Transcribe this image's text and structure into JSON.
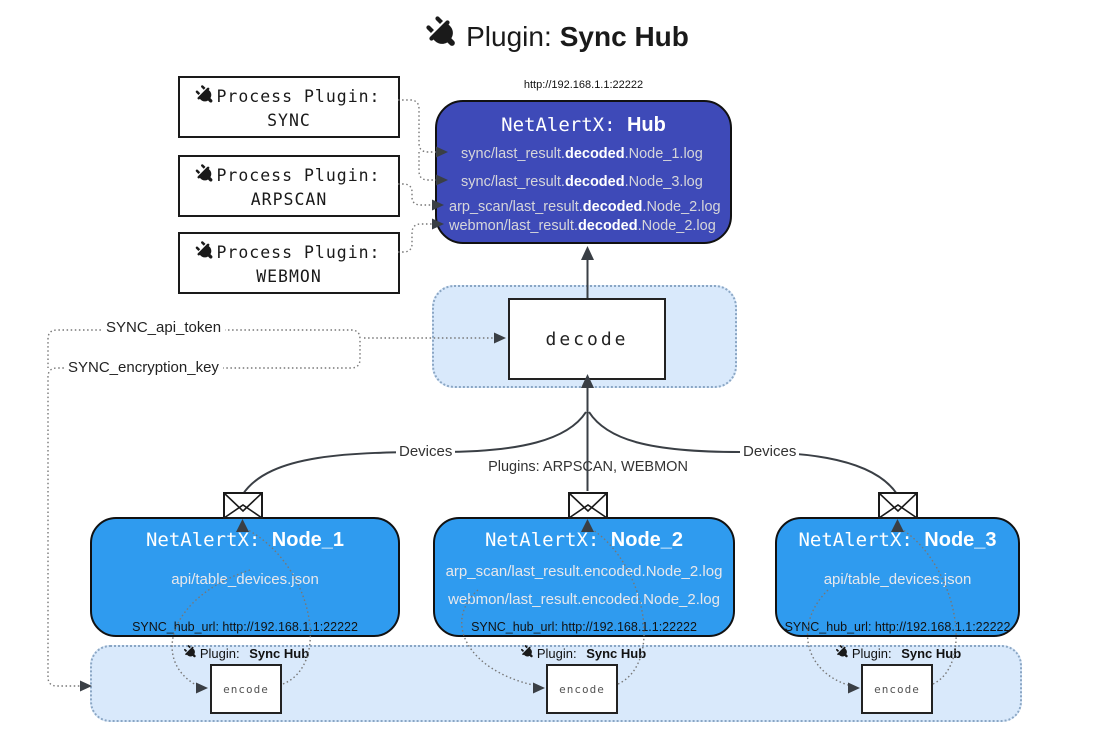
{
  "title": {
    "prefix": "Plugin:",
    "name": "Sync Hub"
  },
  "hub": {
    "url_caption": "http://192.168.1.1:22222",
    "title_prefix": "NetAlertX: ",
    "title_name": "Hub",
    "entries": [
      {
        "pre": "sync/last_result.",
        "bold": "decoded",
        "post": ".Node_1.log"
      },
      {
        "pre": "sync/last_result.",
        "bold": "decoded",
        "post": ".Node_3.log"
      },
      {
        "pre": "arp_scan/last_result.",
        "bold": "decoded",
        "post": ".Node_2.log"
      },
      {
        "pre": "webmon/last_result.",
        "bold": "decoded",
        "post": ".Node_2.log"
      }
    ]
  },
  "process_plugins": [
    {
      "label": "Process Plugin:",
      "name": "SYNC"
    },
    {
      "label": "Process Plugin:",
      "name": "ARPSCAN"
    },
    {
      "label": "Process Plugin:",
      "name": "WEBMON"
    }
  ],
  "decode_box": {
    "label": "decode"
  },
  "tokens": {
    "api_token": "SYNC_api_token",
    "encryption_key": "SYNC_encryption_key"
  },
  "edge_labels": {
    "devices_left": "Devices",
    "devices_right": "Devices",
    "plugins": "Plugins: ARPSCAN, WEBMON"
  },
  "nodes": [
    {
      "title_prefix": "NetAlertX: ",
      "title_name": "Node_1",
      "lines": [
        "api/table_devices.json"
      ],
      "hub_url": "SYNC_hub_url: http://192.168.1.1:22222"
    },
    {
      "title_prefix": "NetAlertX: ",
      "title_name": "Node_2",
      "lines": [
        "arp_scan/last_result.encoded.Node_2.log",
        "webmon/last_result.encoded.Node_2.log"
      ],
      "hub_url": "SYNC_hub_url: http://192.168.1.1:22222"
    },
    {
      "title_prefix": "NetAlertX: ",
      "title_name": "Node_3",
      "lines": [
        "api/table_devices.json"
      ],
      "hub_url": "SYNC_hub_url: http://192.168.1.1:22222"
    }
  ],
  "encoders": [
    {
      "label_prefix": "Plugin:",
      "label_name": "Sync Hub",
      "box_label": "encode"
    },
    {
      "label_prefix": "Plugin:",
      "label_name": "Sync Hub",
      "box_label": "encode"
    },
    {
      "label_prefix": "Plugin:",
      "label_name": "Sync Hub",
      "box_label": "encode"
    }
  ],
  "colors": {
    "hub_fill": "#3E4AB8",
    "node_fill": "#2F9BEF",
    "panel_fill": "#D9E9FB",
    "panel_border": "#8AA6C4",
    "arrow": "#3A3F45",
    "dotted_line": "#777777",
    "hub_text": "#D6D6DA",
    "node_text": "#E8E8EC"
  }
}
